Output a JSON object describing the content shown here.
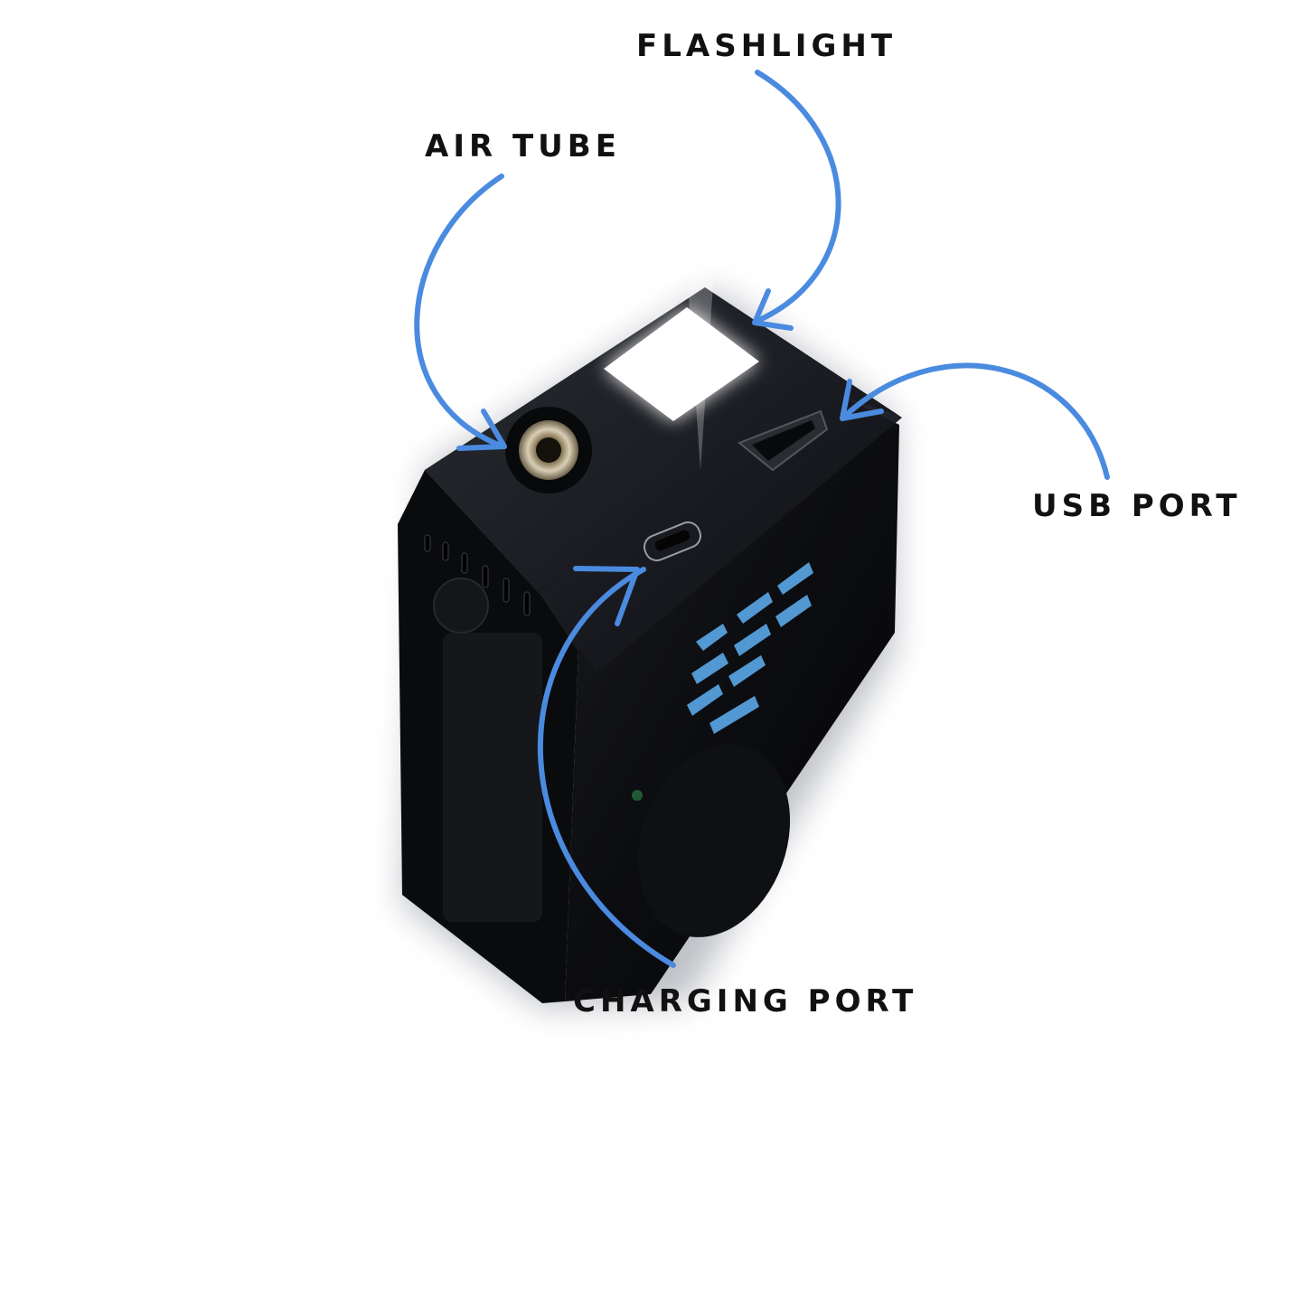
{
  "labels": {
    "flashlight": "FLASHLIGHT",
    "air_tube": "AIR TUBE",
    "usb_port": "USB PORT",
    "charging_port": "CHARGING PORT"
  },
  "colors": {
    "arrow": "#4a8be0",
    "device_body": "#0e0f12",
    "flashlight_lens": "#ffffff",
    "display_digits": "#5aa8e8",
    "label_text": "#111111"
  },
  "icons": {
    "arrow": "curved-arrow-icon",
    "device": "portable-air-compressor"
  }
}
